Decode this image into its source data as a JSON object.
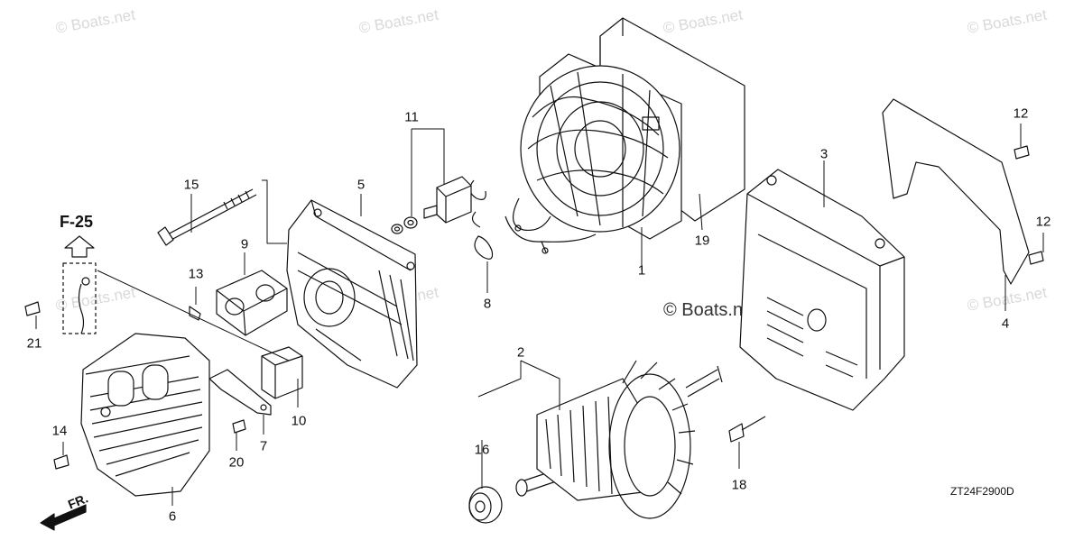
{
  "diagram": {
    "code": "ZT24F2900D",
    "ref_label": "F-25",
    "front_label": "FR.",
    "watermark": "© Boats.net",
    "center_watermark": "© Boats.net"
  },
  "callouts": [
    {
      "id": "1",
      "label": "1"
    },
    {
      "id": "2",
      "label": "2"
    },
    {
      "id": "3",
      "label": "3"
    },
    {
      "id": "4",
      "label": "4"
    },
    {
      "id": "5",
      "label": "5"
    },
    {
      "id": "6",
      "label": "6"
    },
    {
      "id": "7",
      "label": "7"
    },
    {
      "id": "8",
      "label": "8"
    },
    {
      "id": "9",
      "label": "9"
    },
    {
      "id": "10",
      "label": "10"
    },
    {
      "id": "11",
      "label": "11"
    },
    {
      "id": "12a",
      "label": "12"
    },
    {
      "id": "12b",
      "label": "12"
    },
    {
      "id": "13",
      "label": "13"
    },
    {
      "id": "14",
      "label": "14"
    },
    {
      "id": "15",
      "label": "15"
    },
    {
      "id": "16",
      "label": "16"
    },
    {
      "id": "18",
      "label": "18"
    },
    {
      "id": "19",
      "label": "19"
    },
    {
      "id": "20",
      "label": "20"
    },
    {
      "id": "21",
      "label": "21"
    }
  ]
}
